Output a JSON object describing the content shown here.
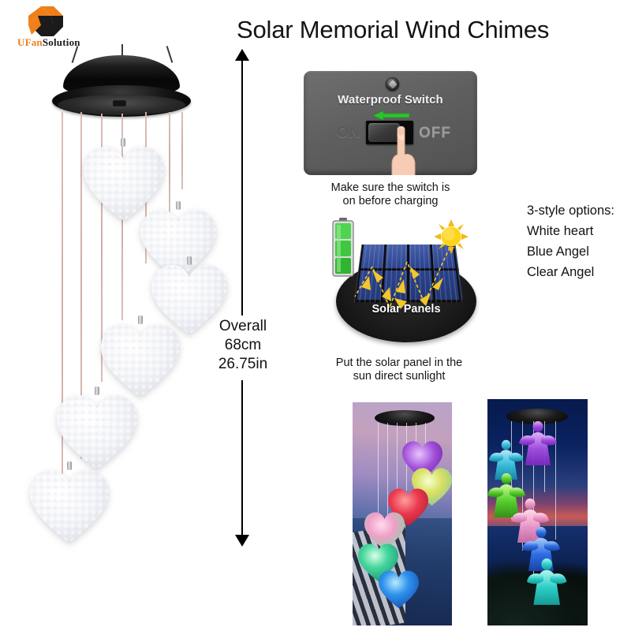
{
  "brand": {
    "logo_icon": "ufan-diamond-logo",
    "name_part1": "UFan",
    "name_part2": "Solution",
    "orange": "#ef8019",
    "black": "#1b1b1b"
  },
  "header": {
    "title": "Solar Memorial Wind Chimes"
  },
  "product": {
    "alt": "white-heart-solar-wind-chime",
    "heart_count": 6,
    "cap_color": "#0a0a0a",
    "heart_color": "#f4f5f8"
  },
  "dimension": {
    "label": "Overall",
    "metric": "68cm",
    "imperial": "26.75in",
    "arrow_icon": "double-headed-vertical-arrow"
  },
  "switch_section": {
    "panel_label": "Waterproof Switch",
    "on_label": "ON",
    "off_label": "OFF",
    "arrow_icon": "green-left-arrow",
    "screw_icon": "phillips-screw",
    "hand_icon": "pointing-finger",
    "caption_line1": "Make sure the switch is",
    "caption_line2": "on before charging",
    "arrow_color": "#2fc22f",
    "panel_color": "#5d5d5d"
  },
  "solar_section": {
    "label": "Solar Panels",
    "sun_icon": "sun-icon",
    "battery_icon": "battery-charging-icon",
    "arrow_icon": "energy-flow-arrows",
    "caption_line1": "Put the solar panel in the",
    "caption_line2": "sun direct sunlight",
    "sun_color": "#f5c518",
    "battery_color": "#3cc23c",
    "panel_color": "#2c4490"
  },
  "styles": {
    "heading": "3-style options:",
    "options": [
      "White heart",
      "Blue Angel",
      "Clear Angel"
    ]
  },
  "photos": [
    {
      "name": "lit-heart-chime-photo",
      "subject": "heart",
      "heart_colors": [
        "#9b4fd6",
        "#cfd65a",
        "#e8364f",
        "#e98fb8",
        "#3fd69a",
        "#2a8ce8"
      ]
    },
    {
      "name": "lit-angel-chime-photo",
      "subject": "angel",
      "angel_colors": [
        "#a84fe0",
        "#36c8e0",
        "#4fd62a",
        "#e88fc8",
        "#2a6ce8",
        "#2ad6d6"
      ]
    }
  ]
}
